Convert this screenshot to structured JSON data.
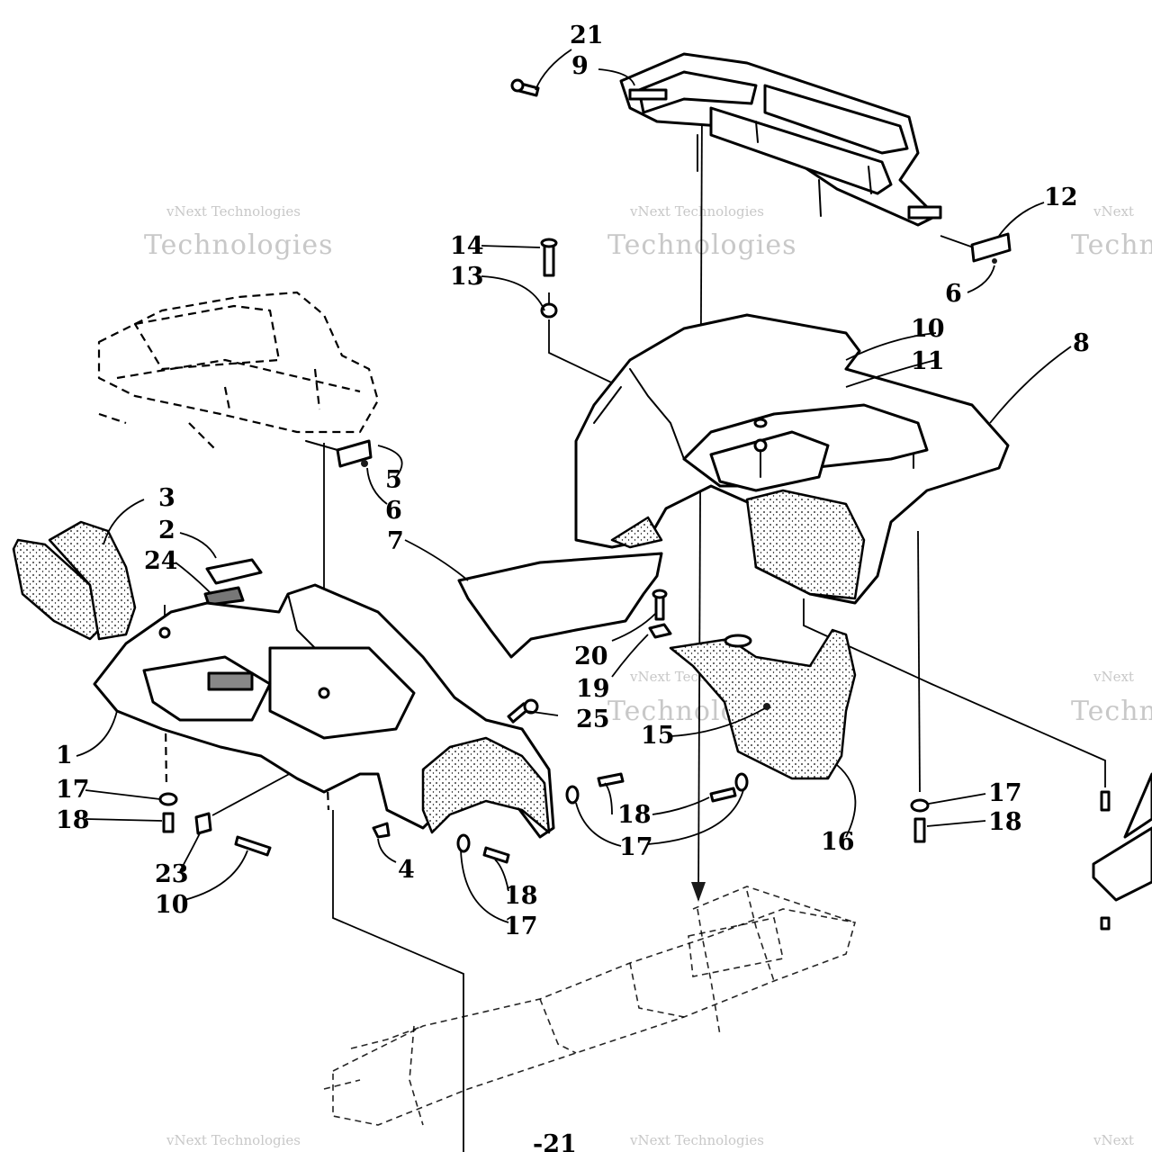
{
  "watermark": {
    "line1": "vNext Technologies",
    "line2": "vNext",
    "line3": "Technologies"
  },
  "callouts": {
    "c1": "1",
    "c2": "2",
    "c3": "3",
    "c4": "4",
    "c5": "5",
    "c6a": "6",
    "c6b": "6",
    "c7": "7",
    "c8": "8",
    "c9": "9",
    "c10a": "10",
    "c10b": "10",
    "c11": "11",
    "c12": "12",
    "c13": "13",
    "c14": "14",
    "c15": "15",
    "c16": "16",
    "c17a": "17",
    "c17b": "17",
    "c17c": "17",
    "c17d": "17",
    "c18a": "18",
    "c18b": "18",
    "c18c": "18",
    "c18d": "18",
    "c19": "19",
    "c20": "20",
    "c21a": "21",
    "c21b": "-21",
    "c23": "23",
    "c24": "24",
    "c25": "25"
  }
}
